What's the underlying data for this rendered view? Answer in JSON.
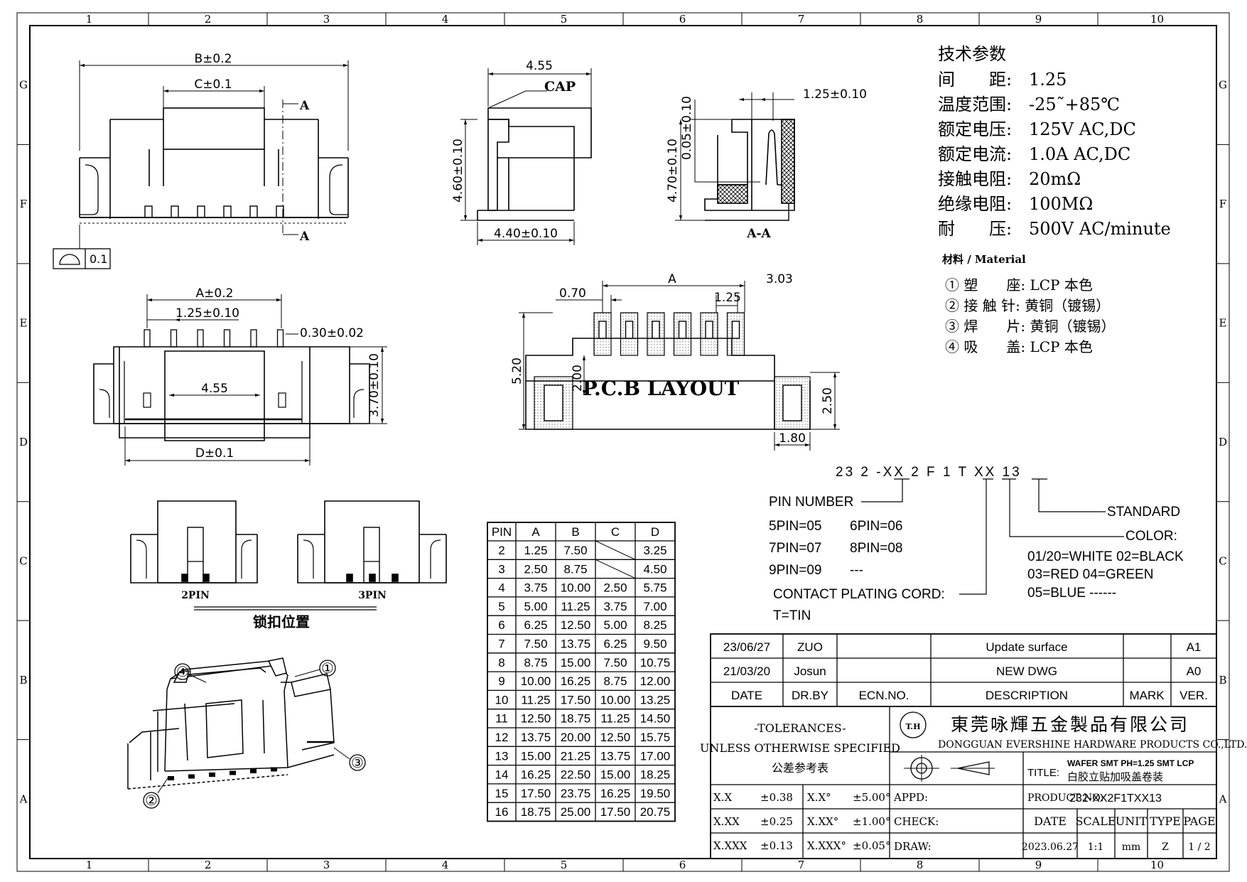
{
  "frame": {
    "cols": [
      "1",
      "2",
      "3",
      "4",
      "5",
      "6",
      "7",
      "8",
      "9",
      "10"
    ],
    "rows": [
      "G",
      "F",
      "E",
      "D",
      "C",
      "B",
      "A"
    ]
  },
  "views": {
    "front": {
      "b_dim": "B±0.2",
      "c_dim": "C±0.1",
      "section_mark": "A",
      "flatness": "0.1"
    },
    "side": {
      "width": "4.55",
      "cap": "CAP",
      "height": "4.60±0.10",
      "depth": "4.40±0.10"
    },
    "section": {
      "top": "1.25±0.10",
      "h1": "0.05±0.10",
      "h2": "4.70±0.10",
      "label": "A-A"
    },
    "bottom": {
      "a_dim": "A±0.2",
      "pitch": "1.25±0.10",
      "pin_w": "0.30±0.02",
      "inner": "4.55",
      "height": "3.70±0.10",
      "d_dim": "D±0.1"
    },
    "pcb": {
      "pad_w": "0.70",
      "a": "A",
      "edge": "3.03",
      "pitch": "1.25",
      "h_total": "5.20",
      "h_pad": "2.00",
      "title": "P.C.B LAYOUT",
      "side_h": "2.50",
      "side_w": "1.80"
    },
    "lock": {
      "label_2pin": "2PIN",
      "label_3pin": "3PIN",
      "caption": "锁扣位置"
    },
    "iso": {
      "callouts": [
        "①",
        "②",
        "③",
        "④"
      ]
    }
  },
  "specs": {
    "title": "技术参数",
    "lines": [
      {
        "label": "间　　距:",
        "value": "1.25"
      },
      {
        "label": "温度范围:",
        "value": "-25˜+85℃"
      },
      {
        "label": "额定电压:",
        "value": "125V AC,DC"
      },
      {
        "label": "额定电流:",
        "value": "1.0A AC,DC"
      },
      {
        "label": "接触电阻:",
        "value": "20mΩ"
      },
      {
        "label": "绝缘电阻:",
        "value": "100MΩ"
      },
      {
        "label": "耐　　压:",
        "value": "500V AC/minute"
      }
    ],
    "material_title": "材料 / Material",
    "materials": [
      "① 塑　　座: LCP 本色",
      "② 接 触 针: 黄铜（镀锡）",
      "③ 焊　　片: 黄铜（镀锡）",
      "④ 吸　　盖: LCP 本色"
    ]
  },
  "part_code": {
    "code": "23 2 -XX 2 F 1  T XX 13",
    "pin_number": "PIN NUMBER",
    "pins": [
      "5PIN=05",
      "6PIN=06",
      "7PIN=07",
      "8PIN=08",
      "9PIN=09",
      "---"
    ],
    "plating": "CONTACT PLATING CORD:",
    "plating_value": "T=TIN",
    "standard": "STANDARD",
    "color": "COLOR:",
    "colors": [
      "01/20=WHITE 02=BLACK",
      "03=RED   04=GREEN",
      "05=BLUE ------"
    ]
  },
  "dim_table": {
    "headers": [
      "PIN",
      "A",
      "B",
      "C",
      "D"
    ],
    "rows": [
      [
        "2",
        "1.25",
        "7.50",
        "",
        "3.25"
      ],
      [
        "3",
        "2.50",
        "8.75",
        "",
        "4.50"
      ],
      [
        "4",
        "3.75",
        "10.00",
        "2.50",
        "5.75"
      ],
      [
        "5",
        "5.00",
        "11.25",
        "3.75",
        "7.00"
      ],
      [
        "6",
        "6.25",
        "12.50",
        "5.00",
        "8.25"
      ],
      [
        "7",
        "7.50",
        "13.75",
        "6.25",
        "9.50"
      ],
      [
        "8",
        "8.75",
        "15.00",
        "7.50",
        "10.75"
      ],
      [
        "9",
        "10.00",
        "16.25",
        "8.75",
        "12.00"
      ],
      [
        "10",
        "11.25",
        "17.50",
        "10.00",
        "13.25"
      ],
      [
        "11",
        "12.50",
        "18.75",
        "11.25",
        "14.50"
      ],
      [
        "12",
        "13.75",
        "20.00",
        "12.50",
        "15.75"
      ],
      [
        "13",
        "15.00",
        "21.25",
        "13.75",
        "17.00"
      ],
      [
        "14",
        "16.25",
        "22.50",
        "15.00",
        "18.25"
      ],
      [
        "15",
        "17.50",
        "23.75",
        "16.25",
        "19.50"
      ],
      [
        "16",
        "18.75",
        "25.00",
        "17.50",
        "20.75"
      ]
    ]
  },
  "title_block": {
    "revisions": [
      {
        "date": "23/06/27",
        "by": "ZUO",
        "ecn": "",
        "desc": "Update surface",
        "mark": "",
        "ver": "A1"
      },
      {
        "date": "21/03/20",
        "by": "Josun",
        "ecn": "",
        "desc": "NEW DWG",
        "mark": "",
        "ver": "A0"
      }
    ],
    "rev_headers": {
      "date": "DATE",
      "by": "DR.BY",
      "ecn": "ECN.NO.",
      "desc": "DESCRIPTION",
      "mark": "MARK",
      "ver": "VER."
    },
    "tolerances": {
      "title": "-TOLERANCES-",
      "line2": "UNLESS OTHERWISE SPECIFIED",
      "line3": "公差参考表"
    },
    "company_cn": "東莞咏輝五金製品有限公司",
    "company_en": "DONGGUAN EVERSHINE HARDWARE PRODUCTS CO.,LTD.",
    "logo": "T.H",
    "title_label": "TITLE:",
    "title_1": "WAFER SMT PH=1.25  SMT LCP",
    "title_2": "白胶立贴加吸盖卷装",
    "product_label": "PRODUCT NO:",
    "product_no": "232-XX2F1TXX13",
    "tol_rows": [
      {
        "a": "X.X",
        "av": "±0.38",
        "b": "X.X°",
        "bv": "±5.00°"
      },
      {
        "a": "X.XX",
        "av": "±0.25",
        "b": "X.XX°",
        "bv": "±1.00°"
      },
      {
        "a": "X.XXX",
        "av": "±0.13",
        "b": "X.XXX°",
        "bv": "±0.05°"
      }
    ],
    "appd": "APPD:",
    "check": "CHECK:",
    "draw": "DRAW:",
    "info_headers": [
      "DATE",
      "SCALE",
      "UNIT",
      "TYPE",
      "PAGE"
    ],
    "info_values": [
      "2023.06.27",
      "1:1",
      "mm",
      "Z",
      "1 / 2"
    ]
  }
}
